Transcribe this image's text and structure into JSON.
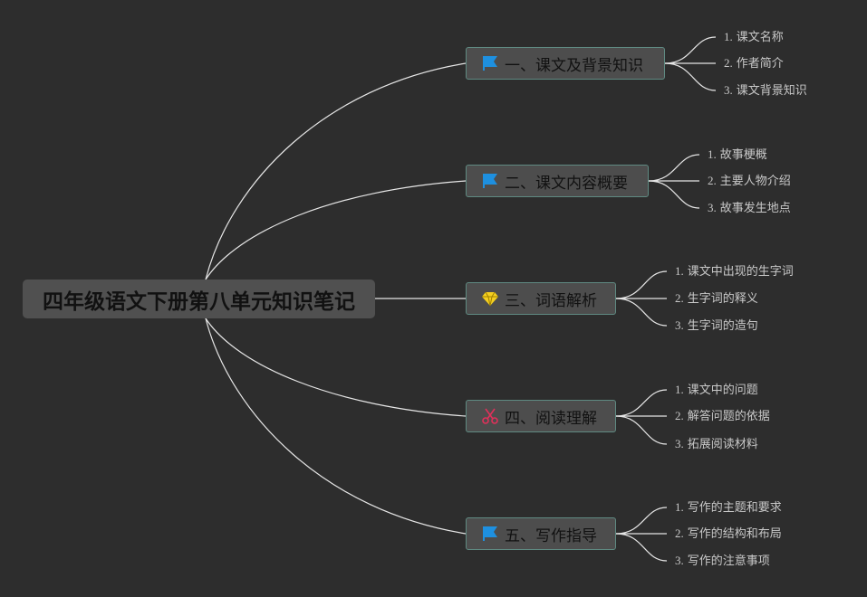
{
  "root": {
    "title": "四年级语文下册第八单元知识笔记"
  },
  "branches": [
    {
      "title": "一、课文及背景知识",
      "icon": "flag-icon",
      "children": [
        {
          "num": "1.",
          "text": "课文名称"
        },
        {
          "num": "2.",
          "text": "作者简介"
        },
        {
          "num": "3.",
          "text": "课文背景知识"
        }
      ]
    },
    {
      "title": "二、课文内容概要",
      "icon": "flag-icon",
      "children": [
        {
          "num": "1.",
          "text": "故事梗概"
        },
        {
          "num": "2.",
          "text": "主要人物介绍"
        },
        {
          "num": "3.",
          "text": "故事发生地点"
        }
      ]
    },
    {
      "title": "三、词语解析",
      "icon": "diamond-icon",
      "children": [
        {
          "num": "1.",
          "text": "课文中出现的生字词"
        },
        {
          "num": "2.",
          "text": "生字词的释义"
        },
        {
          "num": "3.",
          "text": "生字词的造句"
        }
      ]
    },
    {
      "title": "四、阅读理解",
      "icon": "scissors-icon",
      "children": [
        {
          "num": "1.",
          "text": "课文中的问题"
        },
        {
          "num": "2.",
          "text": "解答问题的依据"
        },
        {
          "num": "3.",
          "text": "拓展阅读材料"
        }
      ]
    },
    {
      "title": "五、写作指导",
      "icon": "flag-icon",
      "children": [
        {
          "num": "1.",
          "text": "写作的主题和要求"
        },
        {
          "num": "2.",
          "text": "写作的结构和布局"
        },
        {
          "num": "3.",
          "text": "写作的注意事项"
        }
      ]
    }
  ],
  "colors": {
    "background": "#2d2d2d",
    "connector": "#e6e6e6",
    "branch_border": "#5f8a82",
    "flag": "#1e90e0",
    "diamond": "#f5d020",
    "scissors": "#e0305a"
  }
}
